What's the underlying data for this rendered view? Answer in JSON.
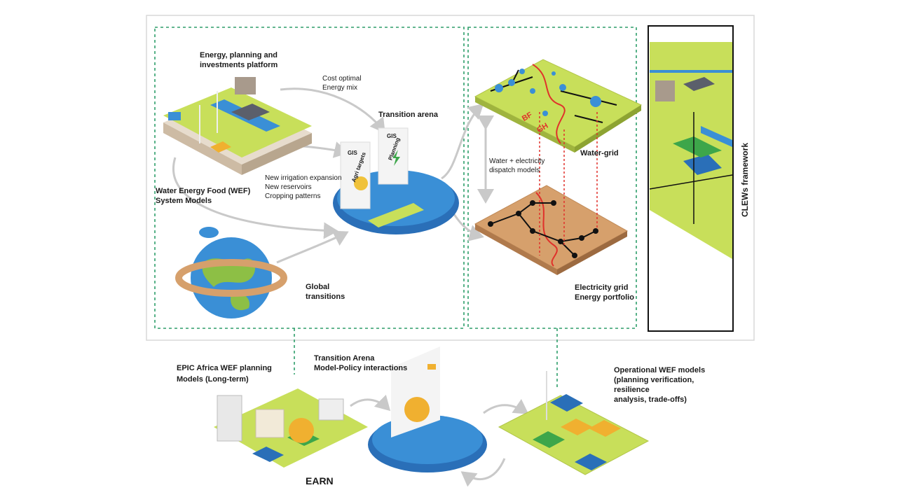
{
  "energy_platform": [
    "Energy, planning and",
    "investments platform"
  ],
  "cost_optimal": [
    "Cost optimal",
    "Energy mix"
  ],
  "transition_arena": "Transition arena",
  "water_grid": "Water-grid",
  "dispatch": [
    "Water + electricity",
    "dispatch models"
  ],
  "policy_list": [
    "New irrigation expansion",
    "New reservoirs",
    "Cropping patterns"
  ],
  "wef_models": [
    "Water Energy Food (WEF)",
    "System  Models"
  ],
  "global_transitions": [
    "Global",
    "transitions"
  ],
  "electricity_grid": [
    "Electricity grid",
    "Energy portfolio"
  ],
  "clews": "CLEWs framework",
  "epic_africa": [
    "EPIC Africa  WEF planning",
    "Models (Long-term)"
  ],
  "transition_arena_bottom": [
    "Transition Arena",
    "Model-Policy interactions"
  ],
  "operational": [
    "Operational  WEF models",
    "(planning verification,",
    "resilience",
    "analysis, trade-offs)"
  ],
  "earn": "EARN",
  "map_labels": {
    "bf": "BF",
    "gh": "GH"
  },
  "board_labels": {
    "gis_agri": "GIS",
    "agri_targets": "Agri targets",
    "gis_planning": "GIS",
    "planning": "Planning"
  },
  "colors": {
    "accent_green": "#2e9e6a",
    "grid_red": "#e0312b",
    "water_blue": "#3a8fd6",
    "land_green": "#c8df5a",
    "soil": "#d6a06c"
  }
}
